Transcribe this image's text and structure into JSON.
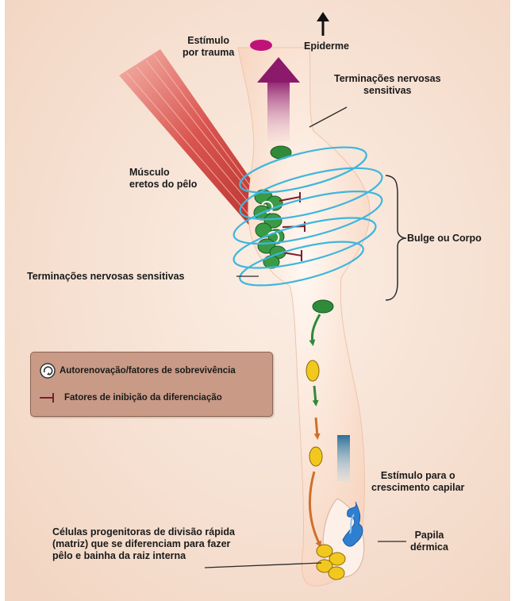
{
  "labels": {
    "stimulus_trauma": [
      "Estímulo",
      "por trauma"
    ],
    "epidermis": "Epiderme",
    "sensory_nerve_top": [
      "Terminações nervosas",
      "sensitivas"
    ],
    "arrector_muscle": [
      "Músculo",
      "eretos do pêlo"
    ],
    "bulge": "Bulge ou Corpo",
    "sensory_nerve_left": "Terminações nervosas sensitivas",
    "growth_stimulus": [
      "Estímulo para o",
      "crescimento capilar"
    ],
    "progenitor_cells": [
      "Células progenitoras de divisão rápida",
      "(matriz) que se diferenciam para fazer",
      "pêlo e bainha da raiz interna"
    ],
    "dermal_papilla": [
      "Papila",
      "dérmica"
    ]
  },
  "legend": {
    "self_renewal": "Autorenovação/fatores de sobrevivência",
    "inhibition": "Fatores de inibição da diferenciação"
  },
  "colors": {
    "background": "#f6e3d6",
    "follicle": "#fbe0cf",
    "muscle": "#d9544f",
    "stem_cell": "#2f8a3a",
    "progenitor": "#f2c81e",
    "nerve": "#3fb6dd",
    "inhibitor": "#7a1f2b",
    "papilla": "#2f7fd1",
    "arrow_purple": "#8b1a6a",
    "legend_bg": "#c99a86"
  },
  "icons": {
    "legend_self_renewal": "circular-arrow-icon",
    "legend_inhibition": "inhibition-bar-icon"
  }
}
